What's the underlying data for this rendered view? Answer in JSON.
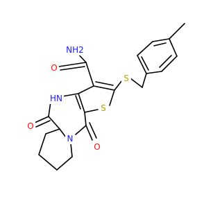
{
  "colors": {
    "bond": "#000000",
    "carbon": "#000000",
    "nitrogen": "#1a1aff",
    "oxygen": "#ff0d0d",
    "sulfur": "#b3a600",
    "background": "#ffffff"
  },
  "atom_labels": {
    "amide_nitrogen": "NH2",
    "amide_oxygen": "O",
    "thioether_sulfur": "S",
    "lactam_nitrogen": "HN",
    "thiophene_sulfur": "S",
    "lactam_oxygen": "O",
    "ring_nitrogen": "N",
    "ketone_oxygen": "O"
  }
}
